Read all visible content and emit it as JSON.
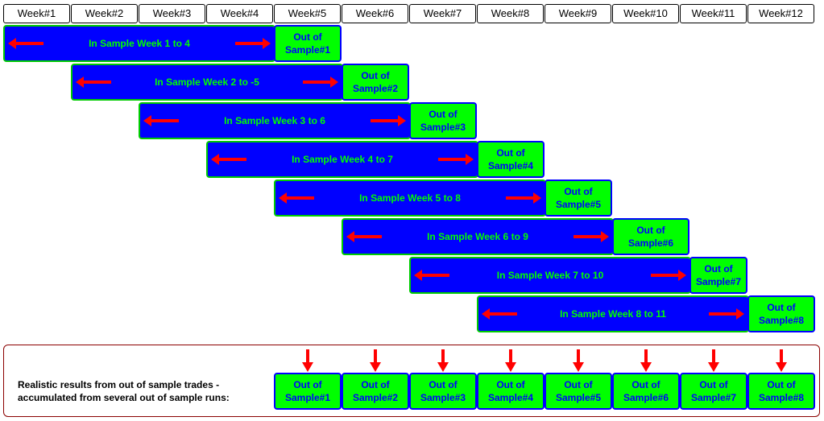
{
  "weeks": [
    "Week#1",
    "Week#2",
    "Week#3",
    "Week#4",
    "Week#5",
    "Week#6",
    "Week#7",
    "Week#8",
    "Week#9",
    "Week#10",
    "Week#11",
    "Week#12"
  ],
  "in_sample": [
    {
      "label": "In Sample Week 1 to 4"
    },
    {
      "label": "In Sample Week 2 to -5"
    },
    {
      "label": "In Sample Week 3 to 6"
    },
    {
      "label": "In Sample Week 4 to 7"
    },
    {
      "label": "In Sample Week 5 to 8"
    },
    {
      "label": "In Sample Week 6 to 9"
    },
    {
      "label": "In Sample Week 7 to 10"
    },
    {
      "label": "In Sample Week 8 to 11"
    }
  ],
  "out_of_sample": [
    {
      "line1": "Out of",
      "line2": "Sample#1"
    },
    {
      "line1": "Out of",
      "line2": "Sample#2"
    },
    {
      "line1": "Out of",
      "line2": "Sample#3"
    },
    {
      "line1": "Out of",
      "line2": "Sample#4"
    },
    {
      "line1": "Out of",
      "line2": "Sample#5"
    },
    {
      "line1": "Out of",
      "line2": "Sample#6"
    },
    {
      "line1": "Out of",
      "line2": "Sample#7"
    },
    {
      "line1": "Out of",
      "line2": "Sample#8"
    }
  ],
  "summary": {
    "line1": "Realistic results from out of sample trades -",
    "line2": "accumulated from several out of sample runs:"
  },
  "colors": {
    "in_sample_fill": "#0000ff",
    "in_sample_text": "#00ff00",
    "out_sample_fill": "#00ff00",
    "out_sample_text": "#0000ff",
    "arrow": "#ff0000",
    "panel_border": "#8b0000"
  }
}
